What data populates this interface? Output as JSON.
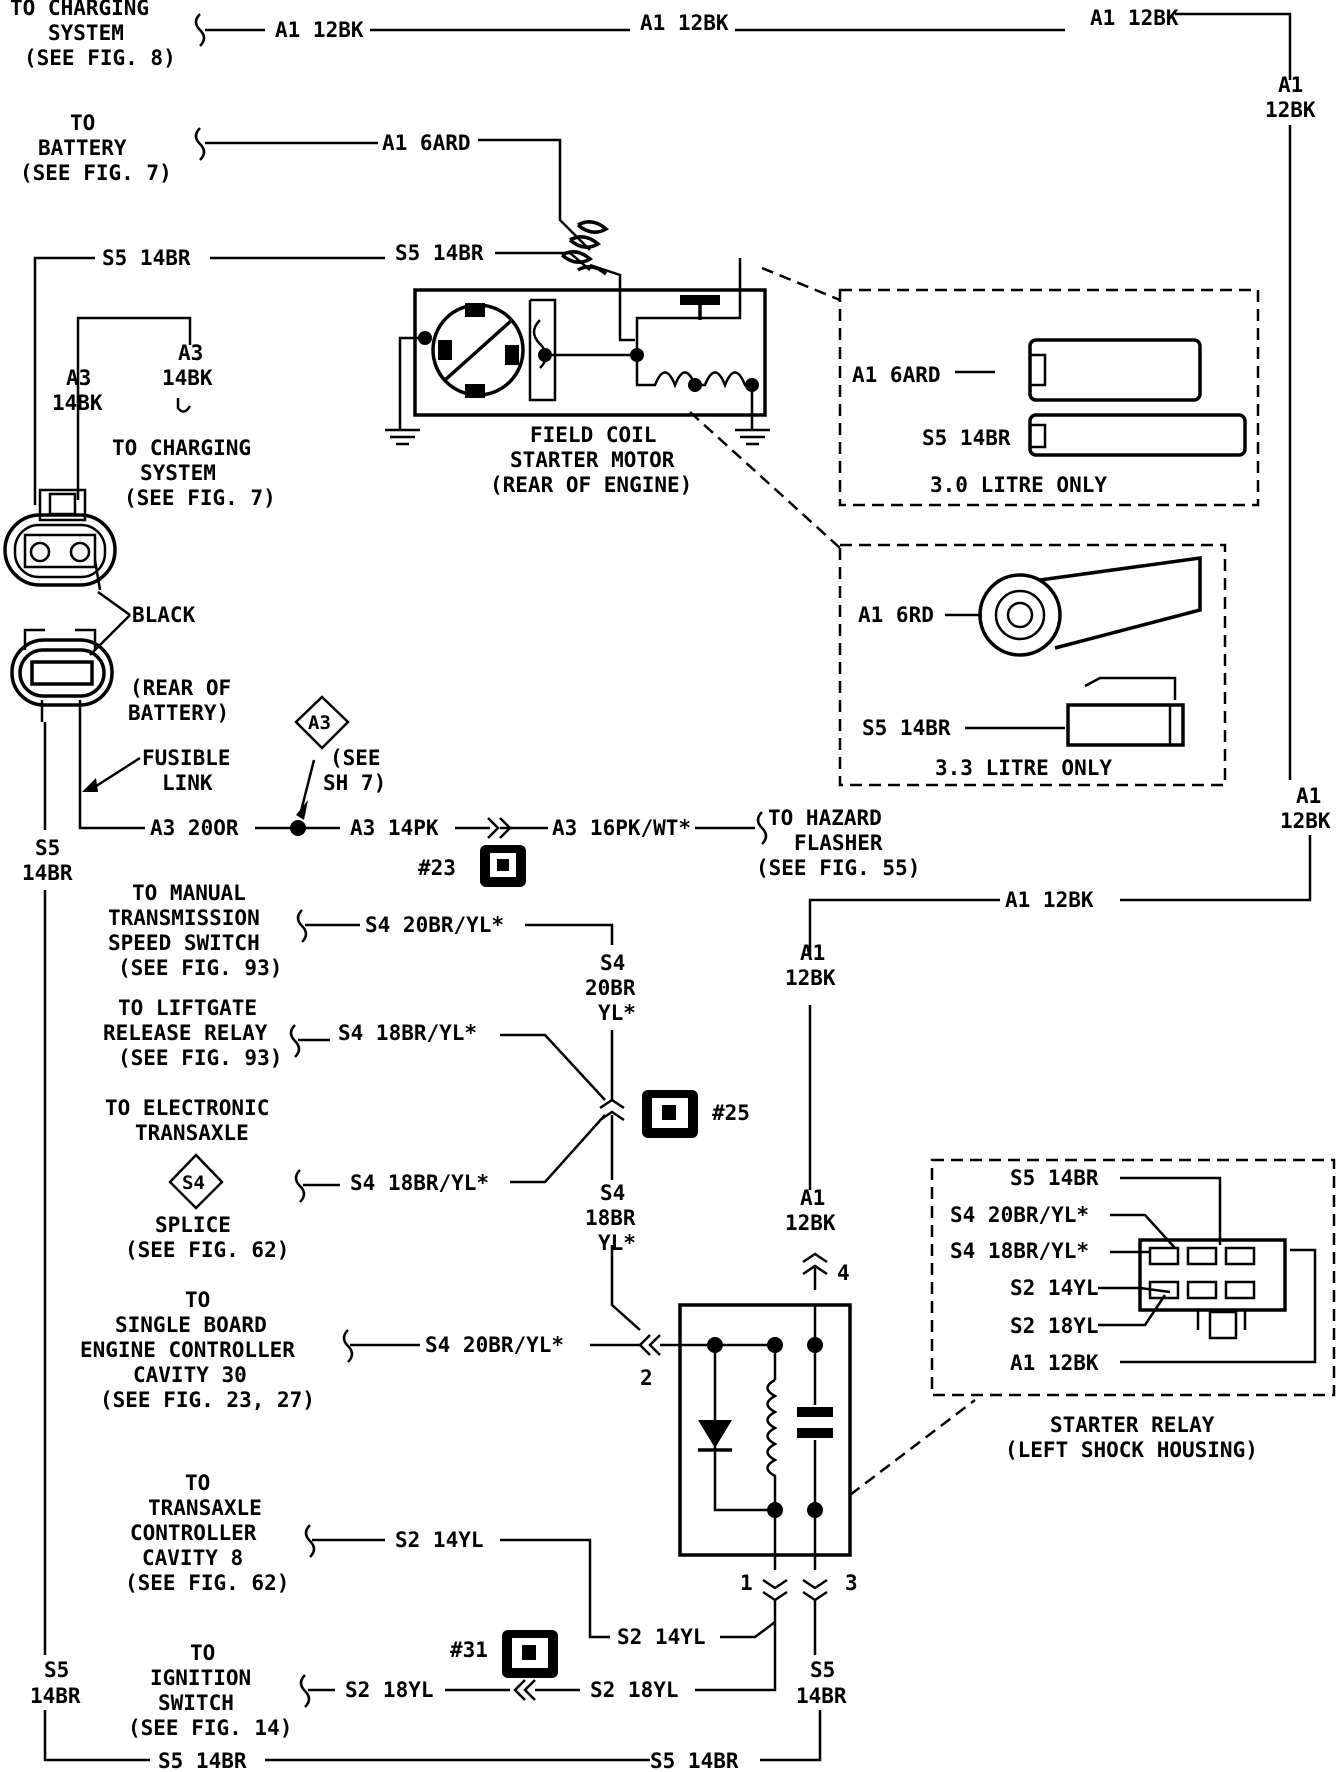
{
  "labels": {
    "charging_top": [
      "TO CHARGING",
      "SYSTEM",
      "(SEE FIG. 8)"
    ],
    "a1_12bk": "A1 12BK",
    "a1": "A1",
    "n12bk": "12BK",
    "battery": [
      "TO",
      "BATTERY",
      "(SEE FIG. 7)"
    ],
    "a1_6ard": "A1 6ARD",
    "s5_14br": "S5 14BR",
    "s5": "S5",
    "n14br": "14BR",
    "a3": "A3",
    "n14bk": "14BK",
    "charging_mid": [
      "TO CHARGING",
      "SYSTEM",
      "(SEE FIG. 7)"
    ],
    "field_coil": [
      "FIELD COIL",
      "STARTER MOTOR",
      "(REAR OF ENGINE)"
    ],
    "litre30": "3.0 LITRE ONLY",
    "a1_6rd": "A1 6RD",
    "litre33": "3.3 LITRE ONLY",
    "black": "BLACK",
    "rear_battery": [
      "(REAR OF",
      "BATTERY)"
    ],
    "see_sh7": [
      "(SEE",
      "SH 7)"
    ],
    "fusible": [
      "FUSIBLE",
      "LINK"
    ],
    "a3_20or": "A3 20OR",
    "a3_14pk": "A3 14PK",
    "a3_16pk": "A3 16PK/WT*",
    "hazard": [
      "TO HAZARD",
      "FLASHER",
      "(SEE FIG. 55)"
    ],
    "n23": "#23",
    "n25": "#25",
    "n31": "#31",
    "manual": [
      "TO MANUAL",
      "TRANSMISSION",
      "SPEED SWITCH",
      "(SEE FIG. 93)"
    ],
    "s4_20br_yl": "S4 20BR/YL*",
    "s4": "S4",
    "n20br": "20BR",
    "yl": "YL*",
    "n18br": "18BR",
    "liftgate": [
      "TO LIFTGATE",
      "RELEASE RELAY",
      "(SEE FIG. 93)"
    ],
    "s4_18br_yl": "S4 18BR/YL*",
    "elec": [
      "TO ELECTRONIC",
      "TRANSAXLE"
    ],
    "splice": [
      "SPLICE",
      "(SEE FIG. 62)"
    ],
    "sbec": [
      "TO",
      "SINGLE BOARD",
      "ENGINE CONTROLLER",
      "CAVITY 30",
      "(SEE FIG. 23, 27)"
    ],
    "transaxle": [
      "TO",
      "TRANSAXLE",
      "CONTROLLER",
      "CAVITY 8",
      "(SEE FIG. 62)"
    ],
    "s2_14yl": "S2 14YL",
    "s2_18yl": "S2 18YL",
    "ignition": [
      "TO",
      "IGNITION",
      "SWITCH",
      "(SEE FIG. 14)"
    ],
    "starter_relay": [
      "STARTER RELAY",
      "(LEFT SHOCK HOUSING)"
    ],
    "pin1": "1",
    "pin2": "2",
    "pin3": "3",
    "pin4": "4"
  }
}
